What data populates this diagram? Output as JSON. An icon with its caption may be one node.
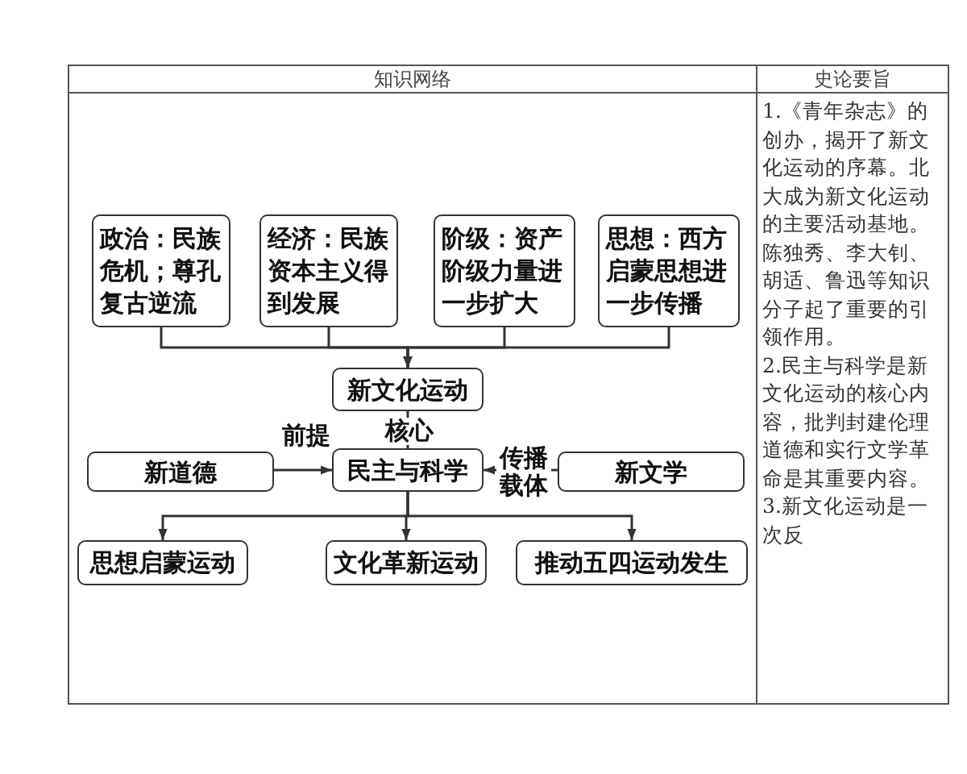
{
  "diagram": {
    "nodes": [
      {
        "text": [
          "政治：民族危机；尊孔复古逆流"
        ]
      },
      {
        "text": [
          "经济：民族资本主义得到发展"
        ]
      },
      {
        "text": [
          "阶级：资产阶级力量进一步扩大"
        ]
      },
      {
        "text": [
          "思想：西方启蒙思想进一步传播"
        ]
      },
      {
        "text": [
          "新文化运动"
        ]
      },
      {
        "text": [
          "民主与科学"
        ]
      },
      {
        "text": [
          "新道德"
        ]
      },
      {
        "text": [
          "新文学"
        ]
      },
      {
        "text": [
          "思想启蒙运动"
        ]
      },
      {
        "text": [
          "文化革新运动"
        ]
      },
      {
        "text": [
          "推动五四运动发生"
        ]
      }
    ],
    "edges": [
      {
        "from": 0,
        "to": 4,
        "arrow": "to"
      },
      {
        "from": 1,
        "to": 4,
        "arrow": "to"
      },
      {
        "from": 2,
        "to": 4,
        "arrow": "to"
      },
      {
        "from": 3,
        "to": 4,
        "arrow": "to"
      },
      {
        "from": 4,
        "to": 5,
        "arrow": "to",
        "label": "核心"
      },
      {
        "from": 6,
        "to": 5,
        "arrow": "to",
        "label": "前提"
      },
      {
        "from": 7,
        "to": 5,
        "arrow": "to",
        "label": "传播载体"
      },
      {
        "from": 5,
        "to": 8,
        "arrow": "to"
      },
      {
        "from": 5,
        "to": 9,
        "arrow": "to"
      },
      {
        "from": 5,
        "to": 10,
        "arrow": "to"
      }
    ],
    "labels": [
      "知识网络",
      "史论要旨",
      "1.《青年杂志》的创办，揭开了新文化运动的序幕。北大成为新文化运动的主要活动基地。陈独秀、李大钊、胡适、鲁迅等知识分子起了重要的引领作用。",
      "2.民主与科学是新文化运动的核心内容，批判封建伦理道德和实行文学革命是其重要内容。",
      "3.新文化运动是一次反"
    ]
  }
}
